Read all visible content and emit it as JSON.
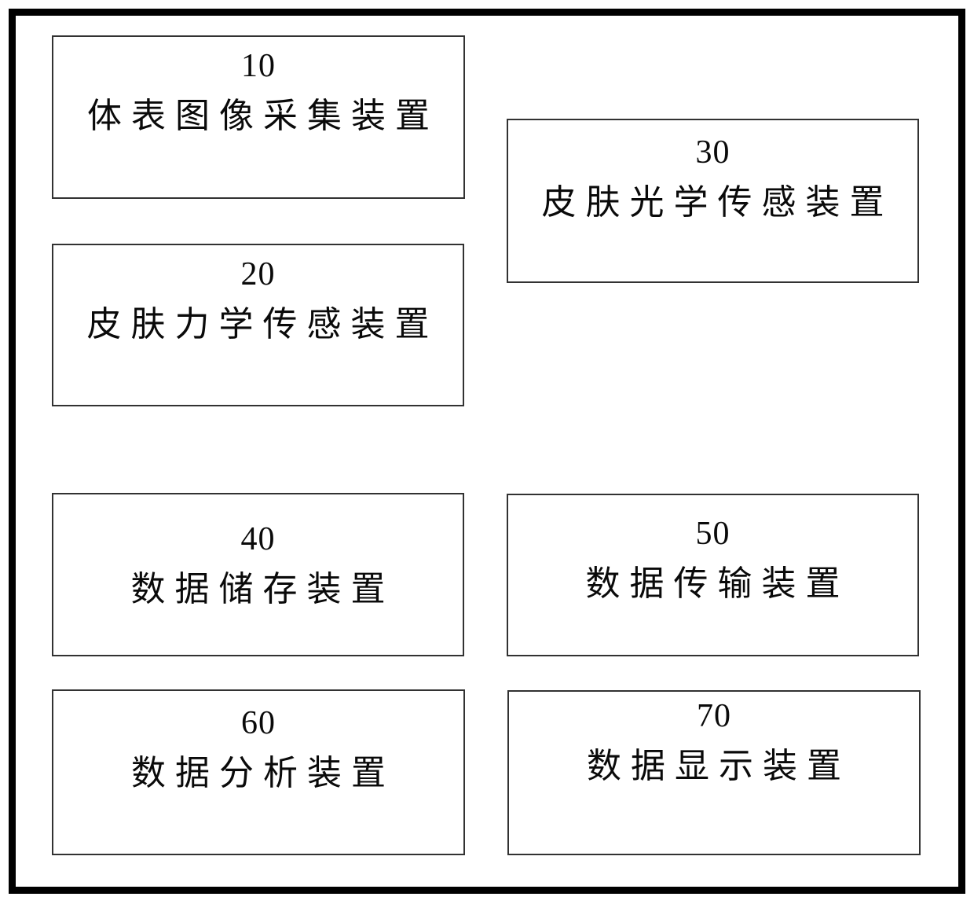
{
  "figure": {
    "type": "patent-block-diagram",
    "blocks": [
      {
        "id": "10",
        "label": "体表图像采集装置"
      },
      {
        "id": "20",
        "label": "皮肤力学传感装置"
      },
      {
        "id": "30",
        "label": "皮肤光学传感装置"
      },
      {
        "id": "40",
        "label": "数据储存装置"
      },
      {
        "id": "50",
        "label": "数据传输装置"
      },
      {
        "id": "60",
        "label": "数据分析装置"
      },
      {
        "id": "70",
        "label": "数据显示装置"
      }
    ],
    "colors": {
      "background": "#ffffff",
      "outer_frame": "#000000",
      "block_border": "#323232",
      "text": "#0a0a0a"
    }
  }
}
